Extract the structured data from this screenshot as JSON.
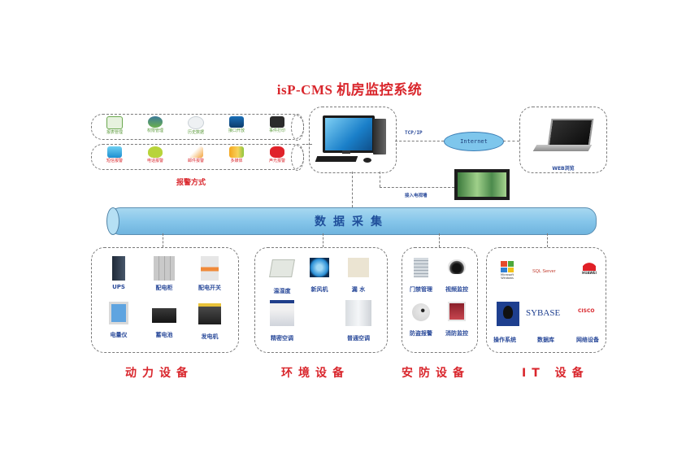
{
  "title": "isP-CMS 机房监控系统",
  "management_row": [
    {
      "label": "报表管理",
      "icon": "report-icon"
    },
    {
      "label": "权限管理",
      "icon": "user-permission-icon"
    },
    {
      "label": "历史数据",
      "icon": "history-search-icon"
    },
    {
      "label": "接口开放",
      "icon": "computer-interface-icon"
    },
    {
      "label": "事件打印",
      "icon": "printer-icon"
    }
  ],
  "alarm_row": [
    {
      "label": "短信报警",
      "icon": "sms-icon"
    },
    {
      "label": "电话报警",
      "icon": "phone-icon"
    },
    {
      "label": "邮件报警",
      "icon": "email-icon"
    },
    {
      "label": "多媒体",
      "icon": "speaker-icon"
    },
    {
      "label": "声光报警",
      "icon": "alarm-light-icon"
    }
  ],
  "alarm_methods_label": "报警方式",
  "network": {
    "protocol": "TCP/IP",
    "internet": "Internet",
    "web_label": "WEB浏览",
    "tv_wall_label": "接入电视墙"
  },
  "bus_label": "数据采集",
  "categories": [
    {
      "name": "动力设备",
      "devices": [
        "UPS",
        "配电柜",
        "配电开关",
        "电量仪",
        "蓄电池",
        "发电机"
      ]
    },
    {
      "name": "环境设备",
      "devices": [
        "温湿度",
        "新风机",
        "漏 水",
        "精密空调",
        "普通空调"
      ]
    },
    {
      "name": "安防设备",
      "devices": [
        "门禁管理",
        "视频监控",
        "防盗报警",
        "消防监控"
      ]
    },
    {
      "name": "IT 设备",
      "logos": [
        "Microsoft Windows",
        "SQL Server",
        "HUAWEI",
        "Linux",
        "SYBASE",
        "CISCO"
      ],
      "devices": [
        "操作系统",
        "数据库",
        "网络设备"
      ]
    }
  ],
  "colors": {
    "title_red": "#d9262c",
    "label_blue": "#2a4a9a",
    "pipe_blue": "#86c6ea",
    "management_green": "#5a9a3a"
  }
}
